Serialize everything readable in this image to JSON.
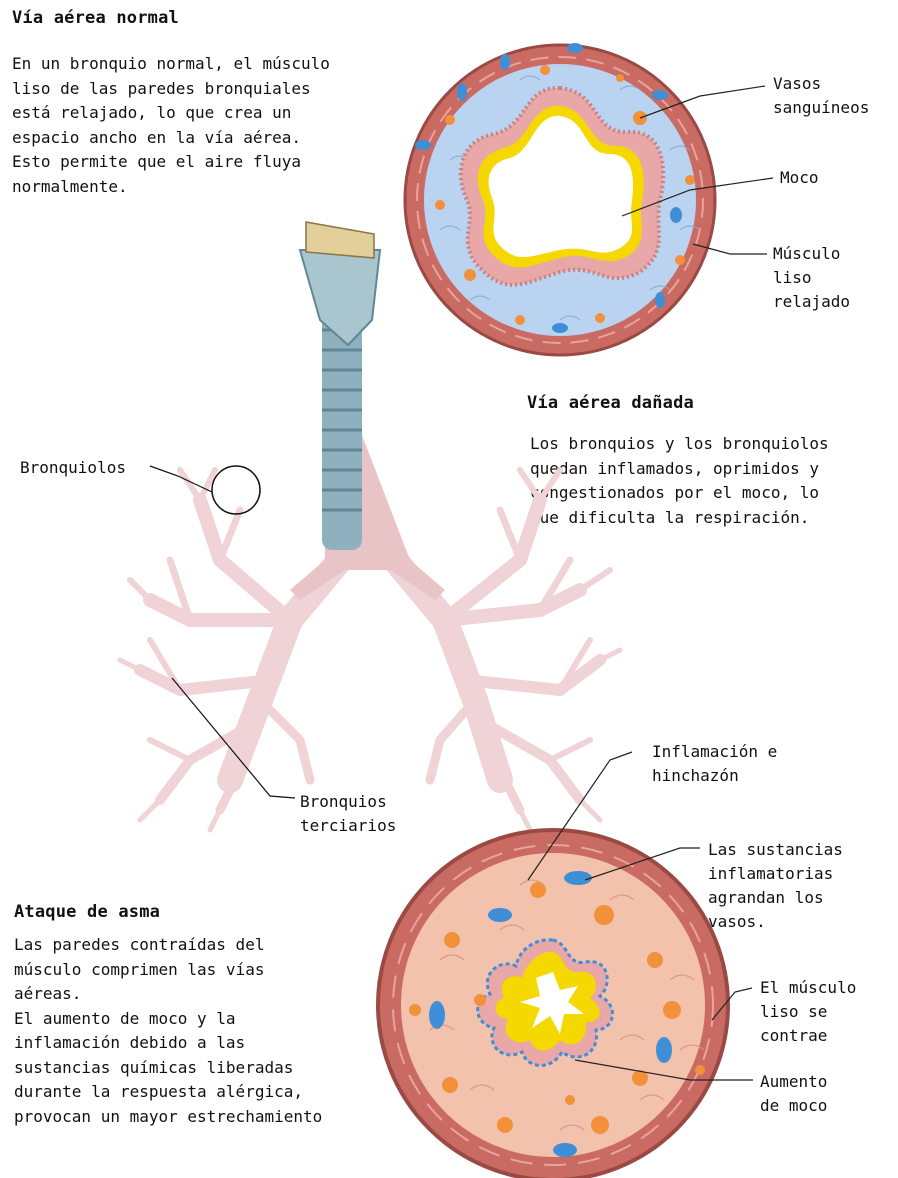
{
  "sections": {
    "normal": {
      "title": "Vía aérea normal",
      "text": "En un bronquio normal, el músculo\nliso de las paredes bronquiales\nestá relajado, lo que crea un\nespacio ancho en la vía aérea.\nEsto permite que el aire fluya\nnormalmente."
    },
    "damaged": {
      "title": "Vía aérea dañada",
      "text": "Los bronquios y los bronquiolos\nquedan inflamados, oprimidos y\ncongestionados por el moco, lo\nque dificulta la respiración."
    },
    "asthma": {
      "title": "Ataque de asma",
      "text": "Las paredes contraídas del\nmúsculo comprimen las vías\naéreas.\nEl aumento de moco y la\ninflamación debido a las\nsustancias químicas liberadas\ndurante la respuesta alérgica,\nprovocan un mayor estrechamiento"
    }
  },
  "labels": {
    "vasos": "Vasos\nsanguíneos",
    "moco": "Moco",
    "musculo_relajado": "Músculo\nliso\nrelajado",
    "bronquiolos": "Bronquiolos",
    "bronquios_terciarios": "Bronquios\nterciarios",
    "inflamacion": "Inflamación e\nhinchazón",
    "sustancias": "Las sustancias\ninflamatorias\nagrandan los\nvasos.",
    "musculo_contrae": "El músculo\nliso se\ncontrae",
    "aumento_moco": "Aumento\nde moco"
  },
  "colors": {
    "muscle": "#c96b62",
    "muscle_dark": "#9a4a44",
    "normal_tissue": "#b9d3f0",
    "inflamed_tissue": "#f3c2ad",
    "mucus": "#f5d800",
    "epithelium": "#e9a7a8",
    "vessel_orange": "#f2913a",
    "vessel_blue": "#3f8fd8",
    "lung_pink": "#efd3d6",
    "trachea": "#8fb1bf"
  }
}
